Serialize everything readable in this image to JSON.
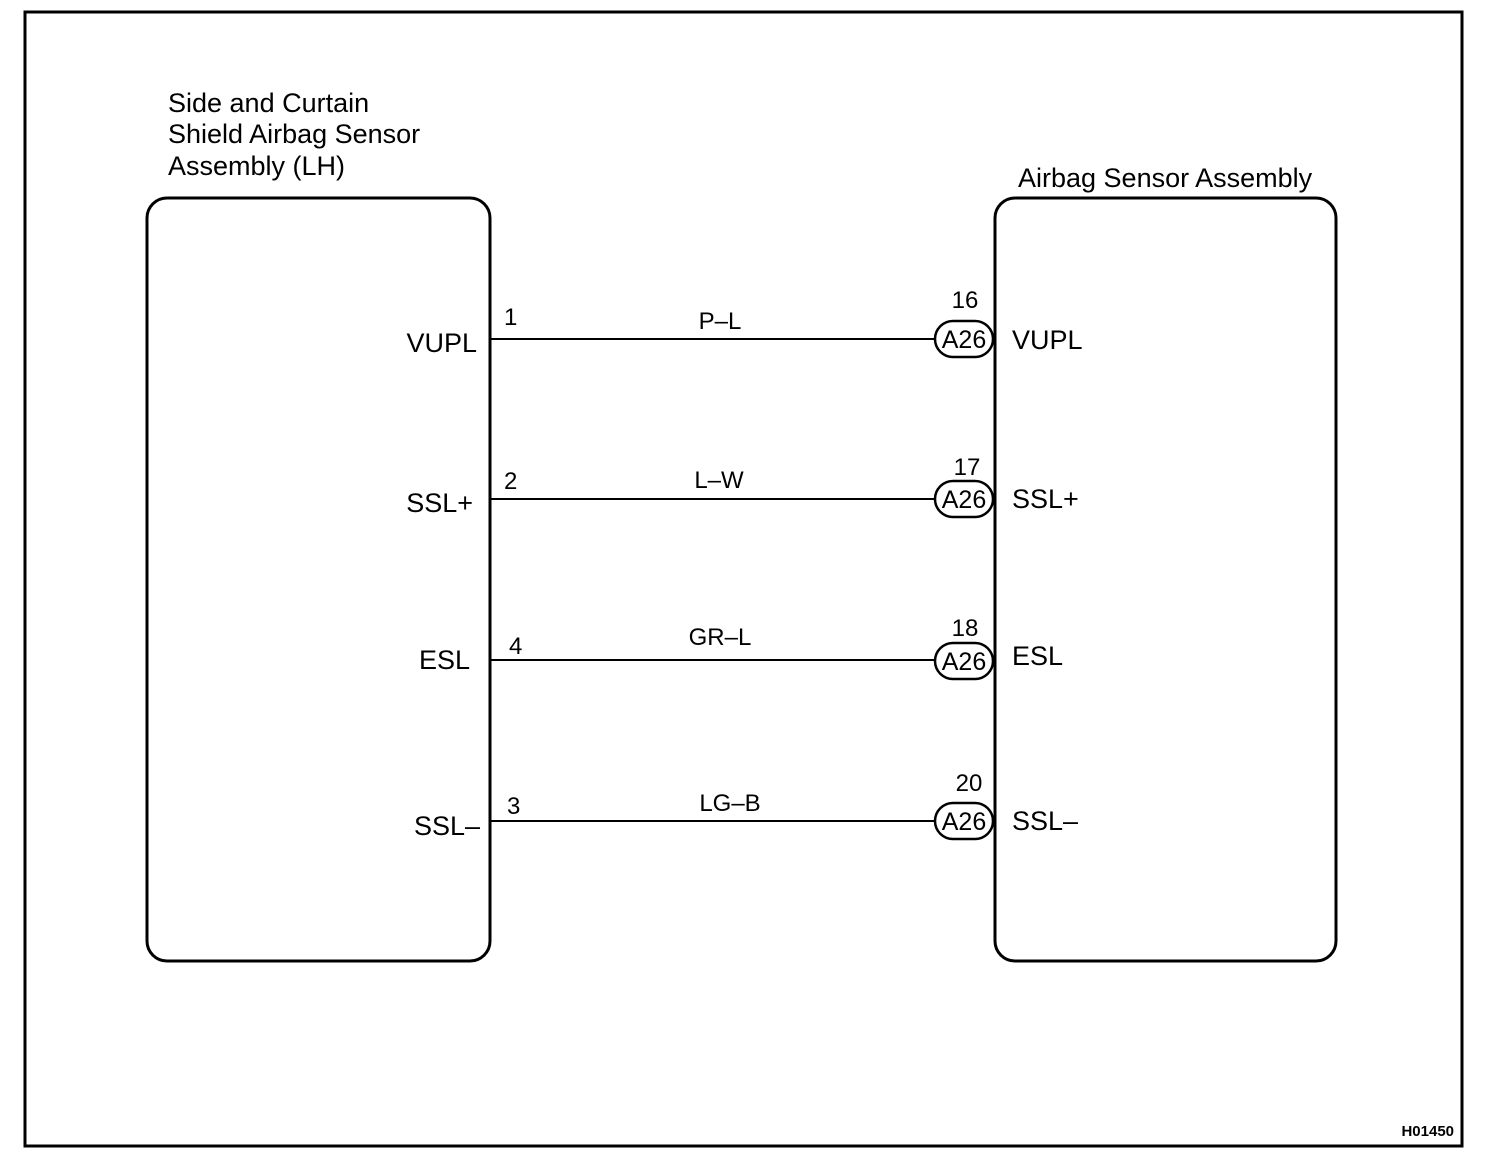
{
  "figure_id": "H01450",
  "left_component": {
    "title_lines": [
      "Side and Curtain",
      "Shield Airbag Sensor",
      "Assembly (LH)"
    ]
  },
  "right_component": {
    "title": "Airbag Sensor Assembly"
  },
  "connections": [
    {
      "left_terminal": "VUPL",
      "left_pin": "1",
      "wire_color": "P–L",
      "connector": "A26",
      "right_pin": "16",
      "right_terminal": "VUPL"
    },
    {
      "left_terminal": "SSL+",
      "left_pin": "2",
      "wire_color": "L–W",
      "connector": "A26",
      "right_pin": "17",
      "right_terminal": "SSL+"
    },
    {
      "left_terminal": "ESL",
      "left_pin": "4",
      "wire_color": "GR–L",
      "connector": "A26",
      "right_pin": "18",
      "right_terminal": "ESL"
    },
    {
      "left_terminal": "SSL–",
      "left_pin": "3",
      "wire_color": "LG–B",
      "connector": "A26",
      "right_pin": "20",
      "right_terminal": "SSL–"
    }
  ]
}
